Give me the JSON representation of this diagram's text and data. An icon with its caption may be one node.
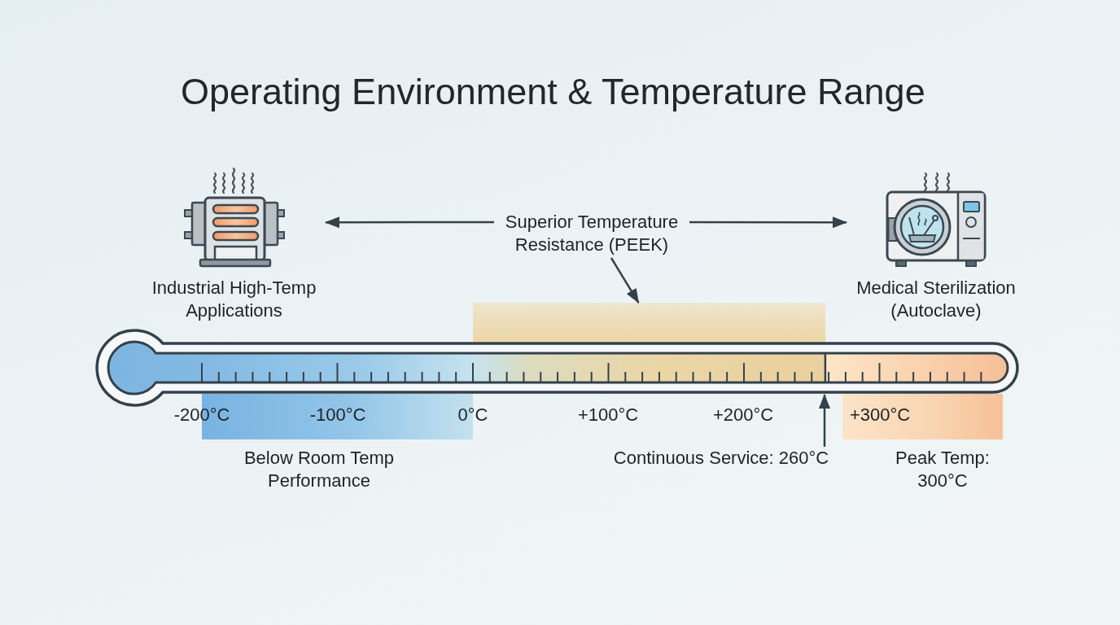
{
  "diagram": {
    "title": "Operating Environment & Temperature Range",
    "nodes": [
      {
        "text": [
          "Industrial High-Temp Applications"
        ]
      },
      {
        "text": [
          "Superior Temperature Resistance (PEEK)"
        ]
      },
      {
        "text": [
          "Medical Sterilization (Autoclave)"
        ]
      },
      {
        "text": [],
        "shape": "bar"
      },
      {
        "text": [],
        "shape": "picture"
      },
      {
        "text": [
          "Continuous Service: 260°C"
        ]
      }
    ],
    "edges": [
      {
        "from": 1,
        "to": 0,
        "arrow": "to"
      },
      {
        "from": 1,
        "to": 2,
        "arrow": "to"
      },
      {
        "from": 1,
        "to": 3,
        "arrow": "to"
      },
      {
        "from": 5,
        "to": 4,
        "arrow": "to"
      }
    ],
    "labels": [
      "-200°C",
      "-100°C",
      "0°C",
      "+100°C",
      "+200°C",
      "+300°C",
      "Below Room Temp Performance",
      "Peak Temp: 300°C"
    ]
  }
}
